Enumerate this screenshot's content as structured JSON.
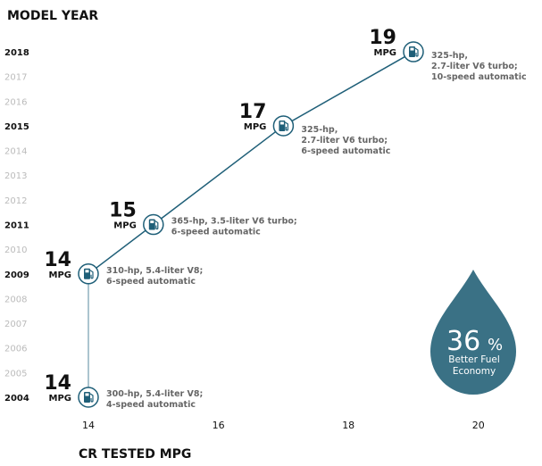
{
  "chart_data": {
    "type": "line",
    "title": "",
    "ylabel": "MODEL YEAR",
    "xlabel": "CR TESTED MPG",
    "x_ticks": [
      "14",
      "16",
      "18",
      "20"
    ],
    "xlim": [
      14,
      20
    ],
    "y_ticks": [
      "2004",
      "2005",
      "2006",
      "2007",
      "2008",
      "2009",
      "2010",
      "2011",
      "2012",
      "2013",
      "2014",
      "2015",
      "2016",
      "2017",
      "2018"
    ],
    "y_major_ticks": [
      "2004",
      "2009",
      "2011",
      "2015",
      "2018"
    ],
    "ylim": [
      2004,
      2018
    ],
    "unit_label": "MPG",
    "points": [
      {
        "year": 2004,
        "mpg": 14,
        "label": "14",
        "desc": [
          "300-hp, 5.4-liter V8;",
          "4-speed automatic"
        ]
      },
      {
        "year": 2009,
        "mpg": 14,
        "label": "14",
        "desc": [
          "310-hp, 5.4-liter V8;",
          "6-speed automatic"
        ]
      },
      {
        "year": 2011,
        "mpg": 15,
        "label": "15",
        "desc": [
          "365-hp, 3.5-liter V6 turbo;",
          "6-speed automatic"
        ]
      },
      {
        "year": 2015,
        "mpg": 17,
        "label": "17",
        "desc": [
          "325-hp,",
          "2.7-liter V6 turbo;",
          "6-speed automatic"
        ]
      },
      {
        "year": 2018,
        "mpg": 19,
        "label": "19",
        "desc": [
          "325-hp,",
          "2.7-liter V6 turbo;",
          "10-speed automatic"
        ]
      }
    ],
    "marker_icon": "fuel-pump-icon"
  },
  "callout": {
    "value": "36",
    "percent": "%",
    "line1": "Better Fuel",
    "line2": "Economy"
  },
  "colors": {
    "line": "#1f5f78",
    "line_light": "#8fb0bf",
    "drop": "#3a7185"
  }
}
